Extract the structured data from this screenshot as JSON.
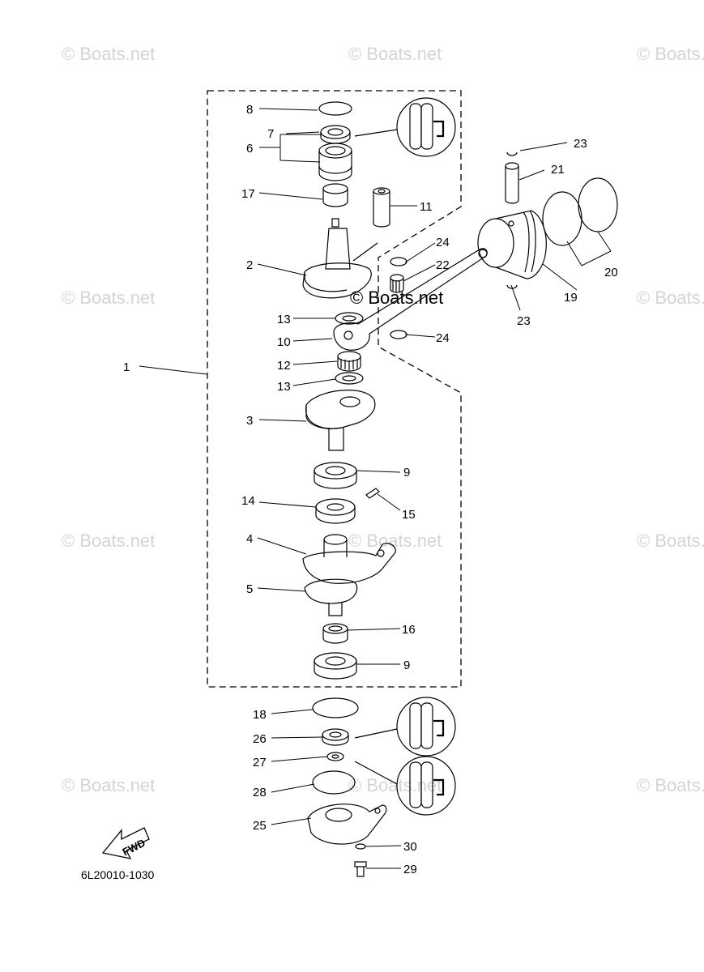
{
  "watermark": "© Boats.net",
  "diagram_code": "6L20010-1030",
  "fwd_label": "FWD",
  "parts": {
    "p1": "1",
    "p2": "2",
    "p3": "3",
    "p4": "4",
    "p5": "5",
    "p6": "6",
    "p7": "7",
    "p8": "8",
    "p9a": "9",
    "p9b": "9",
    "p10": "10",
    "p11": "11",
    "p12": "12",
    "p13a": "13",
    "p13b": "13",
    "p14": "14",
    "p15": "15",
    "p16": "16",
    "p17": "17",
    "p18": "18",
    "p19": "19",
    "p20": "20",
    "p21": "21",
    "p22": "22",
    "p23a": "23",
    "p23b": "23",
    "p24a": "24",
    "p24b": "24",
    "p25": "25",
    "p26": "26",
    "p27": "27",
    "p28": "28",
    "p29": "29",
    "p30": "30"
  },
  "icons": [
    "grease-application-icon",
    "fwd-arrow-icon"
  ]
}
